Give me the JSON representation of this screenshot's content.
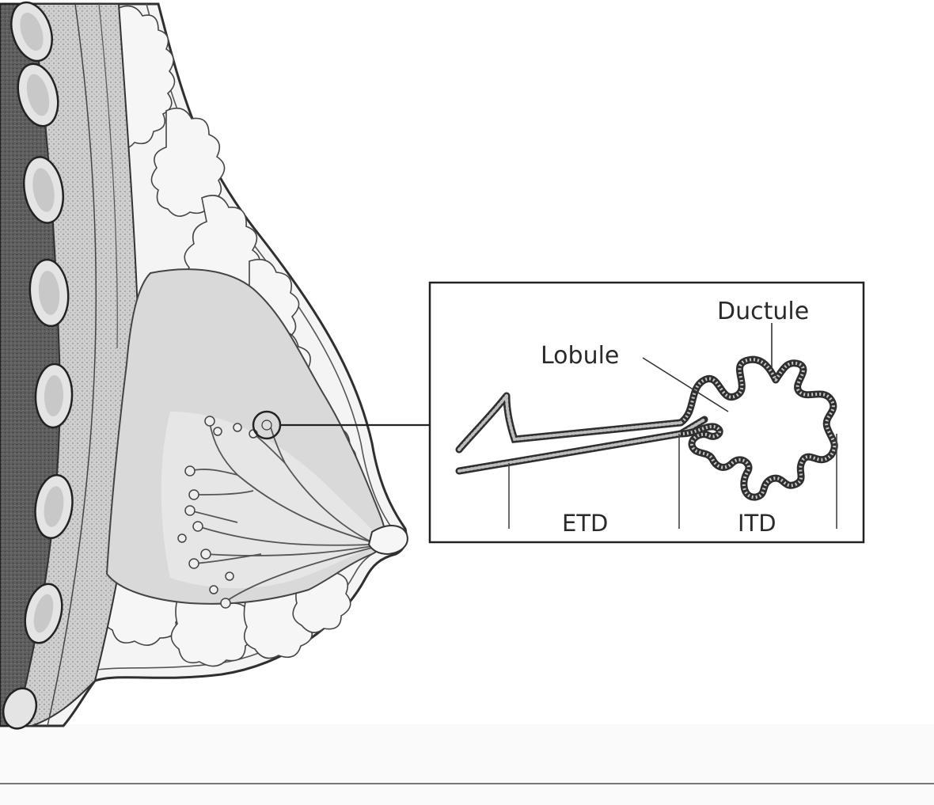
{
  "labels": {
    "ductule": "Ductule",
    "lobule": "Lobule",
    "etd": "ETD",
    "itd": "ITD"
  },
  "colors": {
    "background": "#ffffff",
    "chest_wall_dark": "#6e6e6e",
    "muscle_gray": "#b8b8b8",
    "rib": "#dcdcdc",
    "fat": "#f2f2f2",
    "gland": "#d2d2d2",
    "line": "#333333"
  }
}
